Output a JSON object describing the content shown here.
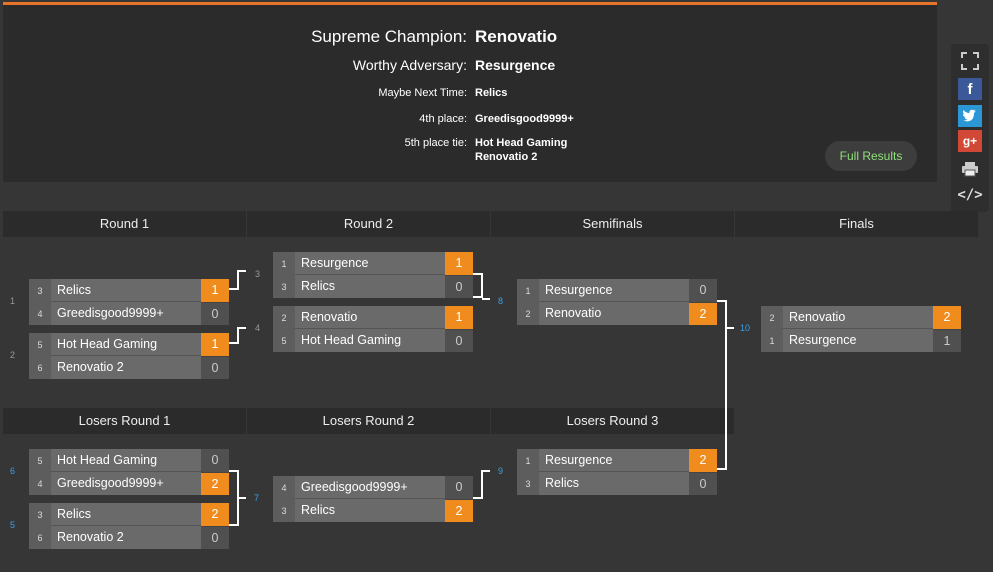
{
  "results": {
    "first_label": "Supreme Champion:",
    "first_value": "Renovatio",
    "second_label": "Worthy Adversary:",
    "second_value": "Resurgence",
    "third_label": "Maybe Next Time:",
    "third_value": "Relics",
    "fourth_label": "4th place:",
    "fourth_value": "Greedisgood9999+",
    "fifth_label": "5th place tie:",
    "fifth_value_1": "Hot Head Gaming",
    "fifth_value_2": "Renovatio 2",
    "full_results_label": "Full Results"
  },
  "share": {
    "fullscreen_icon": "fullscreen-icon",
    "facebook_label": "f",
    "twitter_icon": "twitter-icon",
    "googleplus_label": "g+",
    "print_icon": "print-icon",
    "embed_label": "</>"
  },
  "rounds": {
    "r1": "Round 1",
    "r2": "Round 2",
    "semis": "Semifinals",
    "finals": "Finals",
    "l1": "Losers Round 1",
    "l2": "Losers Round 2",
    "l3": "Losers Round 3"
  },
  "matches": {
    "m1": {
      "num": "1",
      "top": {
        "seed": "3",
        "name": "Relics",
        "score": "1"
      },
      "bot": {
        "seed": "4",
        "name": "Greedisgood9999+",
        "score": "0"
      }
    },
    "m2": {
      "num": "2",
      "top": {
        "seed": "5",
        "name": "Hot Head Gaming",
        "score": "1"
      },
      "bot": {
        "seed": "6",
        "name": "Renovatio 2",
        "score": "0"
      }
    },
    "m3": {
      "num": "3",
      "top": {
        "seed": "1",
        "name": "Resurgence",
        "score": "1"
      },
      "bot": {
        "seed": "3",
        "name": "Relics",
        "score": "0"
      }
    },
    "m4": {
      "num": "4",
      "top": {
        "seed": "2",
        "name": "Renovatio",
        "score": "1"
      },
      "bot": {
        "seed": "5",
        "name": "Hot Head Gaming",
        "score": "0"
      }
    },
    "m8": {
      "num": "8",
      "top": {
        "seed": "1",
        "name": "Resurgence",
        "score": "0"
      },
      "bot": {
        "seed": "2",
        "name": "Renovatio",
        "score": "2"
      }
    },
    "m10": {
      "num": "10",
      "top": {
        "seed": "2",
        "name": "Renovatio",
        "score": "2"
      },
      "bot": {
        "seed": "1",
        "name": "Resurgence",
        "score": "1"
      }
    },
    "m6": {
      "num": "6",
      "top": {
        "seed": "5",
        "name": "Hot Head Gaming",
        "score": "0"
      },
      "bot": {
        "seed": "4",
        "name": "Greedisgood9999+",
        "score": "2"
      }
    },
    "m5": {
      "num": "5",
      "top": {
        "seed": "3",
        "name": "Relics",
        "score": "2"
      },
      "bot": {
        "seed": "6",
        "name": "Renovatio 2",
        "score": "0"
      }
    },
    "m7": {
      "num": "7",
      "top": {
        "seed": "4",
        "name": "Greedisgood9999+",
        "score": "0"
      },
      "bot": {
        "seed": "3",
        "name": "Relics",
        "score": "2"
      }
    },
    "m9": {
      "num": "9",
      "top": {
        "seed": "1",
        "name": "Resurgence",
        "score": "2"
      },
      "bot": {
        "seed": "3",
        "name": "Relics",
        "score": "0"
      }
    }
  },
  "colors": {
    "accent": "#e8742a",
    "win": "#f08c1e",
    "full_results_text": "#8fe07a",
    "match_link": "#3aa0e8"
  }
}
